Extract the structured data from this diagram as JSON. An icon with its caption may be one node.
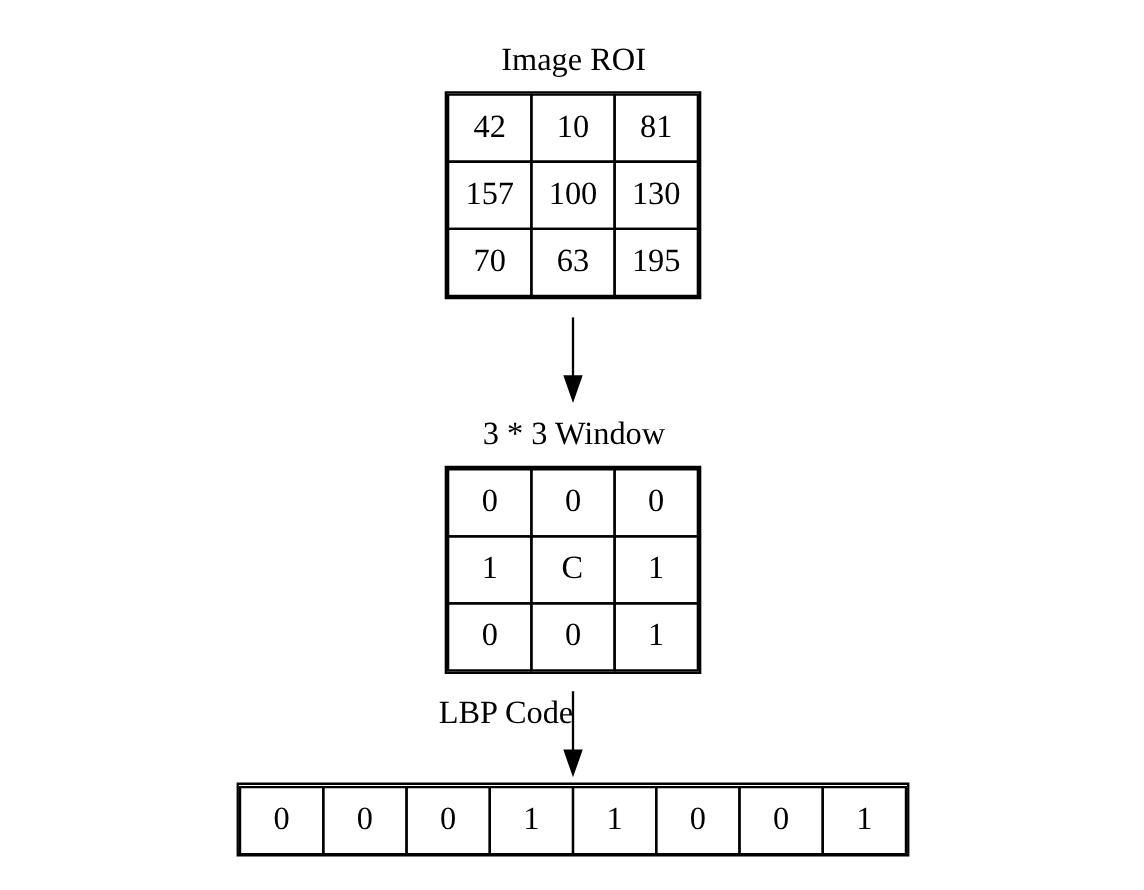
{
  "diagram": {
    "nodes": [
      {
        "text": [
          "Image ROI",
          "42",
          "10",
          "81",
          "157",
          "100",
          "130",
          "70",
          "63",
          "195"
        ]
      },
      {
        "text": [
          "3 * 3 Window",
          "0",
          "0",
          "0",
          "1",
          "C",
          "1",
          "0",
          "0",
          "1"
        ]
      },
      {
        "text": [
          "0",
          "0",
          "0",
          "1",
          "1",
          "0",
          "0",
          "1"
        ]
      }
    ],
    "edges": [
      {
        "from": 0,
        "to": 1,
        "arrow": "to"
      },
      {
        "from": 1,
        "to": 2,
        "arrow": "to",
        "label": "LBP Code"
      }
    ]
  }
}
